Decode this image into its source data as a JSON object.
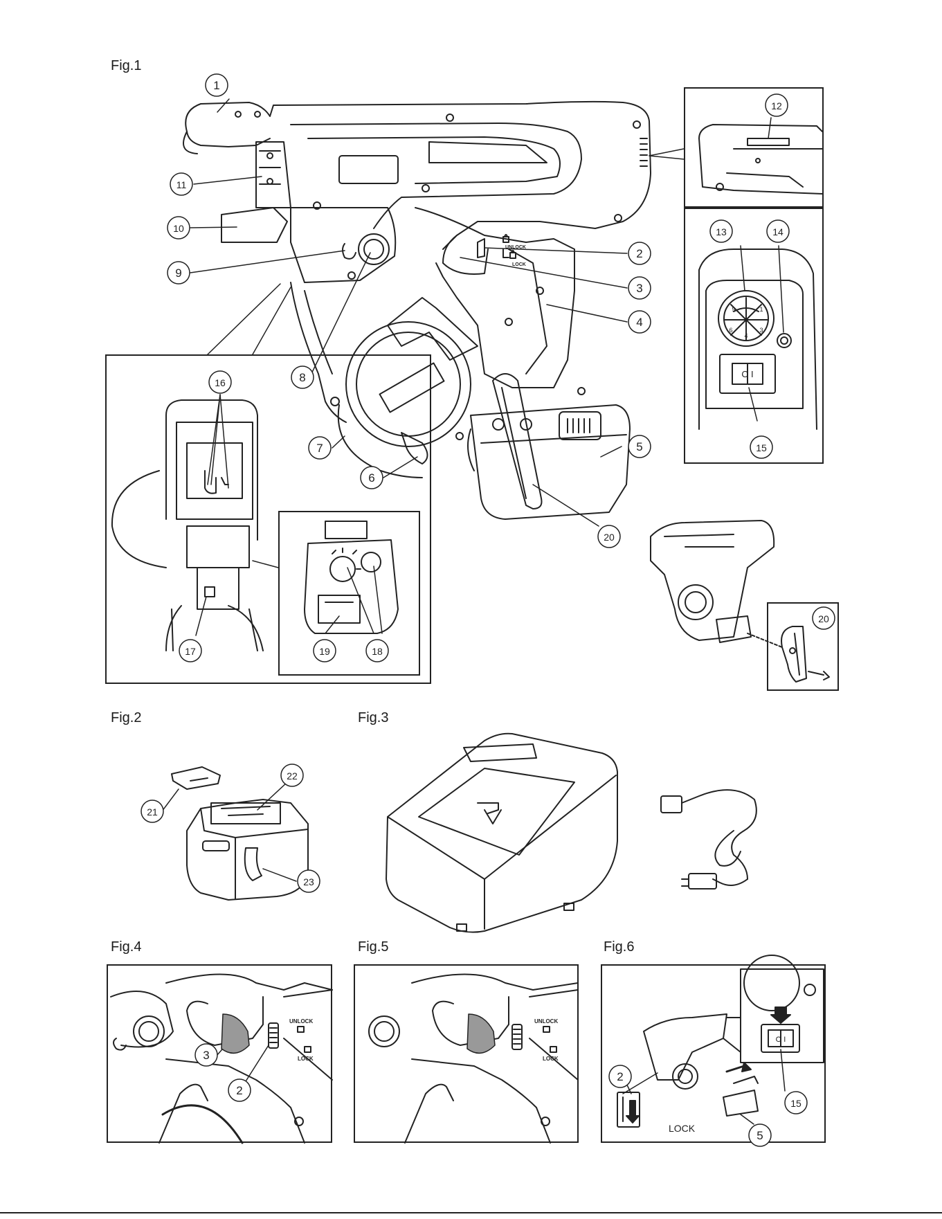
{
  "figures": {
    "fig1": "Fig.1",
    "fig2": "Fig.2",
    "fig3": "Fig.3",
    "fig4": "Fig.4",
    "fig5": "Fig.5",
    "fig6": "Fig.6"
  },
  "callouts": {
    "c1": "1",
    "c2": "2",
    "c3": "3",
    "c4": "4",
    "c5": "5",
    "c6": "6",
    "c7": "7",
    "c8": "8",
    "c9": "9",
    "c10": "10",
    "c11": "11",
    "c12": "12",
    "c13": "13",
    "c14": "14",
    "c15": "15",
    "c16": "16",
    "c17": "17",
    "c18": "18",
    "c19": "19",
    "c20": "20",
    "c21": "21",
    "c22": "22",
    "c23": "23"
  },
  "lock_labels": {
    "unlock": "UNLOCK",
    "lock": "LOCK",
    "lock_fig6": "LOCK"
  },
  "switch_label": "O I",
  "dial_numbers": [
    "9",
    "1",
    "3",
    "4",
    "6"
  ]
}
